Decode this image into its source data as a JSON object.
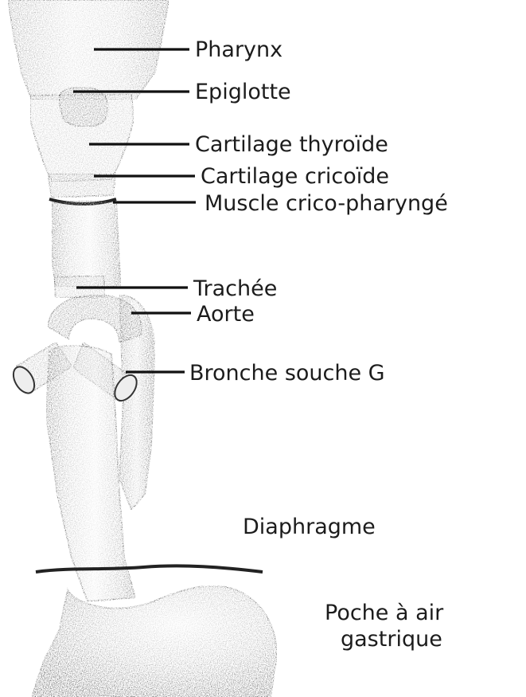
{
  "labels": {
    "pharynx": "Pharynx",
    "epiglotte": "Epiglotte",
    "cartilage_thyroide": "Cartilage thyroïde",
    "cartilage_cricoide": "Cartilage cricoïde",
    "muscle_crico_pharynge": "Muscle crico-pharyngé",
    "trachee": "Trachée",
    "aorte": "Aorte",
    "bronche_souche_g": "Bronche souche G",
    "diaphragme": "Diaphragme",
    "poche_line1": "Poche à air",
    "poche_line2": "gastrique"
  },
  "colors": {
    "background": "#ffffff",
    "ink": "#1c1c1c",
    "stipple_light": "#d4d4d4",
    "stipple_mid": "#9a9a9a",
    "stipple_dark": "#555555"
  }
}
